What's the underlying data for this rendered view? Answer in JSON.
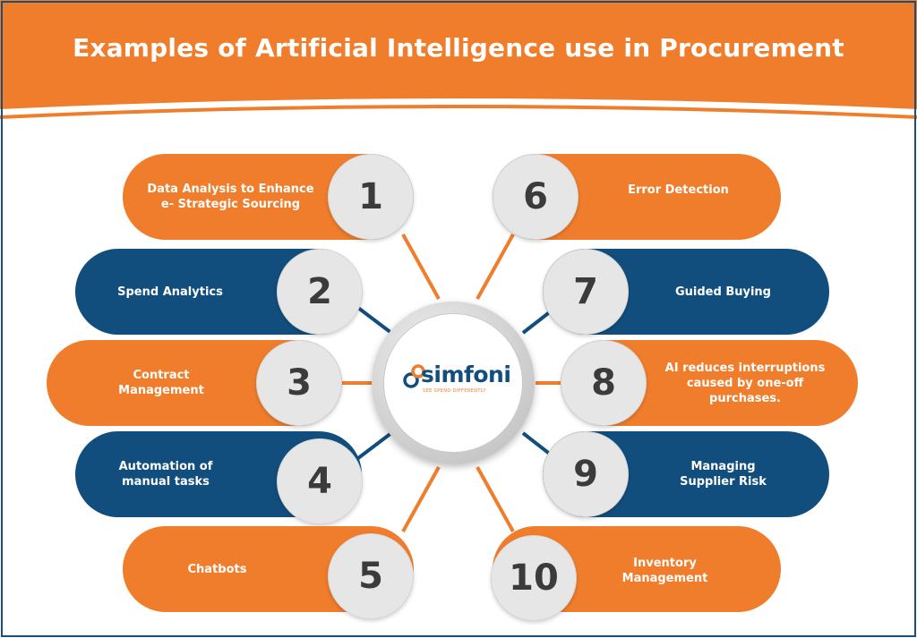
{
  "title": "Examples of Artificial Intelligence use in Procurement",
  "colors": {
    "orange": "#f07d2c",
    "blue": "#124e7d",
    "circle": "#e6e6e6",
    "number": "#3b3b3b"
  },
  "hub": {
    "logo_text": "simfoni",
    "tagline": "SEE SPEND DIFFERENTLY",
    "icon": "simfoni-logo-icon"
  },
  "items": [
    {
      "number": "1",
      "label": "Data Analysis to Enhance\ne- Strategic Sourcing",
      "color": "orange"
    },
    {
      "number": "2",
      "label": "Spend Analytics",
      "color": "blue"
    },
    {
      "number": "3",
      "label": "Contract\nManagement",
      "color": "orange"
    },
    {
      "number": "4",
      "label": "Automation of\nmanual tasks",
      "color": "blue"
    },
    {
      "number": "5",
      "label": "Chatbots",
      "color": "orange"
    },
    {
      "number": "6",
      "label": "Error Detection",
      "color": "orange"
    },
    {
      "number": "7",
      "label": "Guided Buying",
      "color": "blue"
    },
    {
      "number": "8",
      "label": "AI reduces interruptions\ncaused by one-off\npurchases.",
      "color": "orange"
    },
    {
      "number": "9",
      "label": "Managing\nSupplier Risk",
      "color": "blue"
    },
    {
      "number": "10",
      "label": "Inventory\nManagement",
      "color": "orange"
    }
  ]
}
